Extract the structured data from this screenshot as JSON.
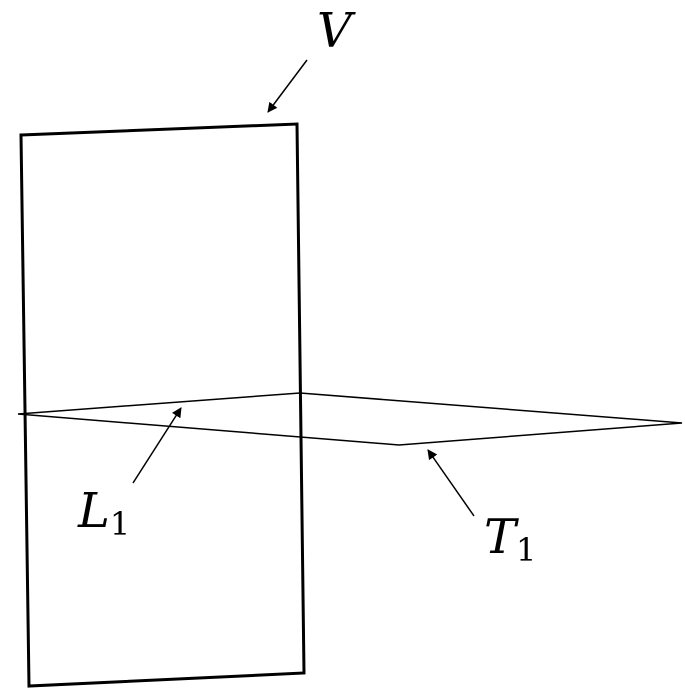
{
  "labels": {
    "v": "V",
    "l": "L",
    "l_sub": "1",
    "t": "T",
    "t_sub": "1"
  },
  "colors": {
    "stroke": "#000000",
    "background": "#ffffff"
  }
}
